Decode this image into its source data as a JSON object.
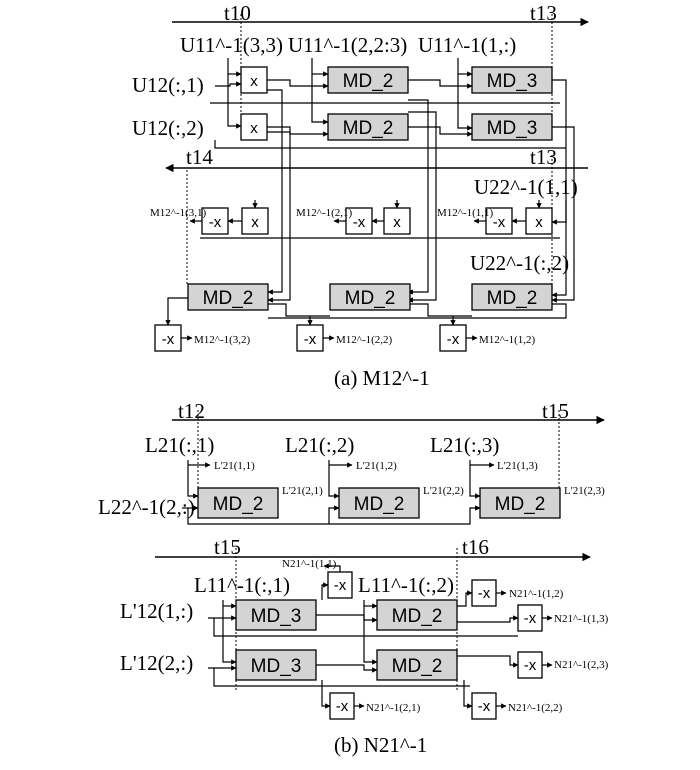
{
  "panel_a": {
    "top_time_start": "t10",
    "top_time_end": "t13",
    "mid_time_start": "t14",
    "mid_time_end": "t13",
    "top_inputs": [
      "U11^-1(3,3)",
      "U11^-1(2,2:3)",
      "U11^-1(1,:)"
    ],
    "row_inputs": [
      "U12(:,1)",
      "U12(:,2)"
    ],
    "right_inputs": [
      "U22^-1(1,1)",
      "U22^-1(:,2)"
    ],
    "row1_blocks": [
      "x",
      "MD_2",
      "MD_3"
    ],
    "row2_blocks": [
      "x",
      "MD_2",
      "MD_3"
    ],
    "row3_blocks": [
      "-x",
      "x",
      "-x",
      "x",
      "-x",
      "x"
    ],
    "row3_outputs": [
      "M12^-1(3,1)",
      "M12^-1(2,1)",
      "M12^-1(1,1)"
    ],
    "row4_blocks": [
      "MD_2",
      "MD_2",
      "MD_2"
    ],
    "row5_blocks": [
      "-x",
      "-x",
      "-x"
    ],
    "row5_outputs": [
      "M12^-1(3,2)",
      "M12^-1(2,2)",
      "M12^-1(1,2)"
    ],
    "caption": "(a) M12^-1"
  },
  "panel_b1": {
    "time_start": "t12",
    "time_end": "t15",
    "top_inputs": [
      "L21(:,1)",
      "L21(:,2)",
      "L21(:,3)"
    ],
    "top_outputs": [
      "L'21(1,1)",
      "L'21(1,2)",
      "L'21(1,3)"
    ],
    "row_input": "L22^-1(2,:)",
    "blocks": [
      "MD_2",
      "MD_2",
      "MD_2"
    ],
    "block_outputs": [
      "L'21(2,1)",
      "L'21(2,2)",
      "L'21(2,3)"
    ]
  },
  "panel_b2": {
    "time_start": "t15",
    "time_end": "t16",
    "top_inputs": [
      "L11^-1(:,1)",
      "L11^-1(:,2)"
    ],
    "row_inputs": [
      "L'12(1,:)",
      "L'12(2,:)"
    ],
    "row1_blocks": [
      "MD_3",
      "MD_2"
    ],
    "row2_blocks": [
      "MD_3",
      "MD_2"
    ],
    "neg_blocks": [
      "-x",
      "-x",
      "-x",
      "-x",
      "-x",
      "-x"
    ],
    "neg_outputs": [
      "N21^-1(1,1)",
      "N21^-1(1,2)",
      "N21^-1(1,3)",
      "N21^-1(2,3)",
      "N21^-1(2,1)",
      "N21^-1(2,2)"
    ],
    "caption": "(b) N21^-1"
  }
}
